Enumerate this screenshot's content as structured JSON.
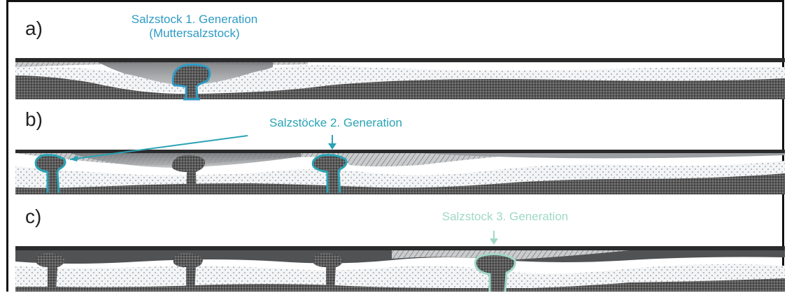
{
  "panels": [
    {
      "label": "a)",
      "annotation_line1": "Salzstock 1. Generation",
      "annotation_line2": "(Muttersalzstock)"
    },
    {
      "label": "b)",
      "annotation_line1": "Salzstöcke 2. Generation"
    },
    {
      "label": "c)",
      "annotation_line1": "Salzstock 3. Generation"
    }
  ],
  "colors": {
    "gen1": "#2f9bc4",
    "gen2": "#2aa3b5",
    "gen3": "#9fd8c6",
    "salt": "#3a3a3a",
    "sand": "#eef0f2"
  }
}
